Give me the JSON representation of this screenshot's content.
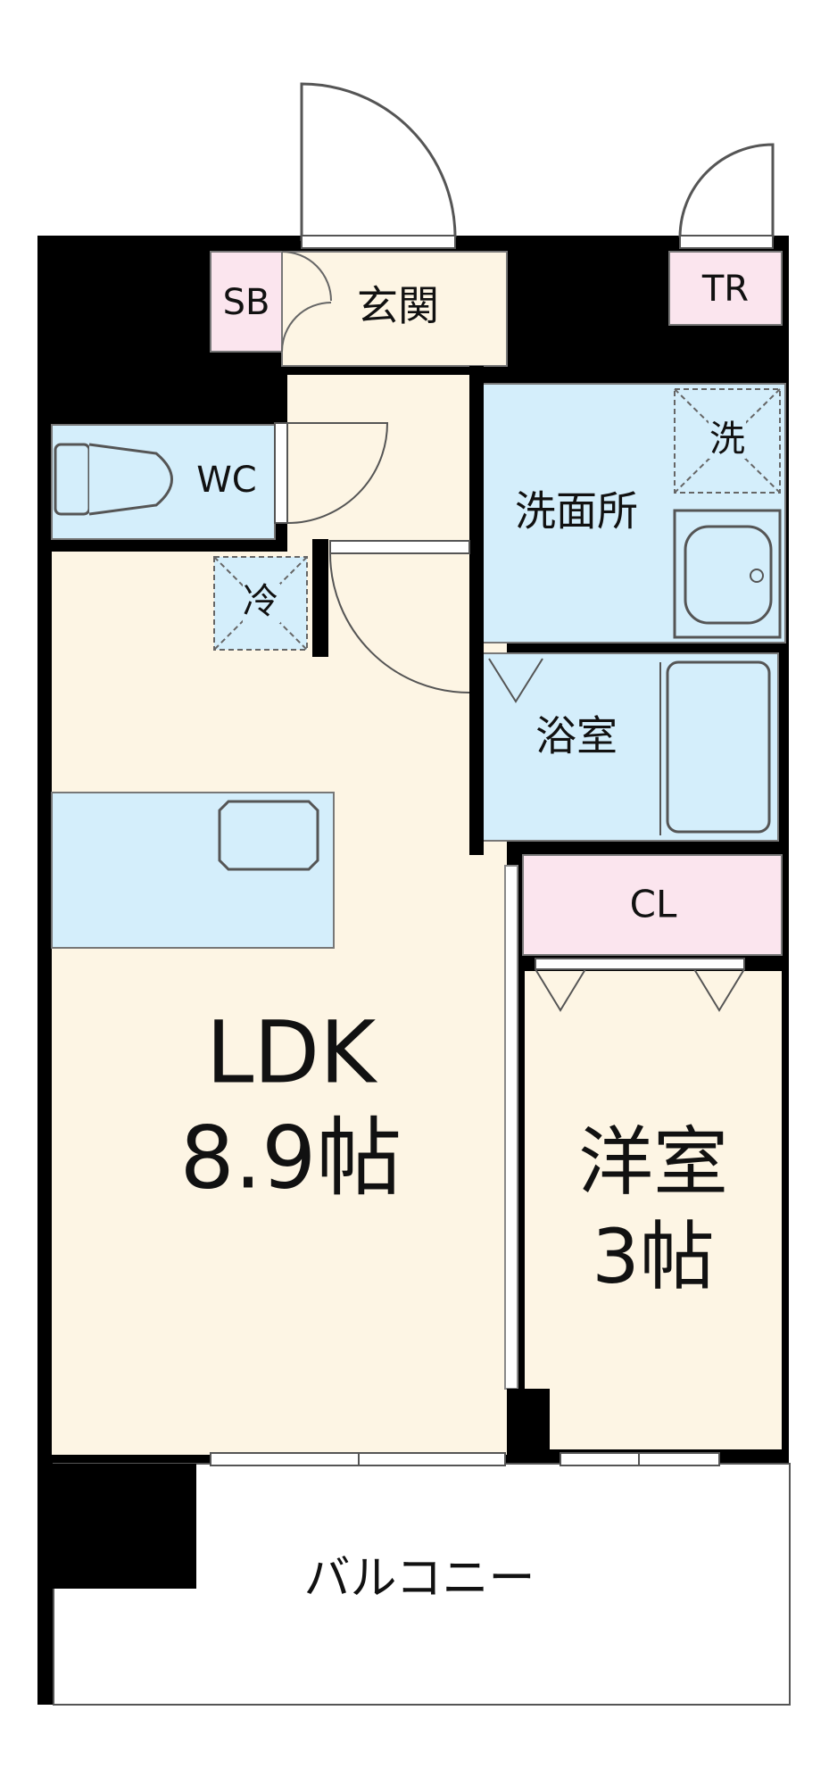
{
  "colors": {
    "wall": "#000000",
    "living_floor": "#fdf5e4",
    "wet_area": "#d4eefb",
    "storage": "#fbe5ee",
    "outline": "#555555"
  },
  "rooms": {
    "sb": "SB",
    "genkan": "玄関",
    "tr": "TR",
    "wc": "WC",
    "washroom": "洗面所",
    "washer": "洗",
    "fridge": "冷",
    "bath": "浴室",
    "cl": "CL",
    "ldk_name": "LDK",
    "ldk_size": "8.9帖",
    "western_name": "洋室",
    "western_size": "3帖",
    "balcony": "バルコニー"
  }
}
